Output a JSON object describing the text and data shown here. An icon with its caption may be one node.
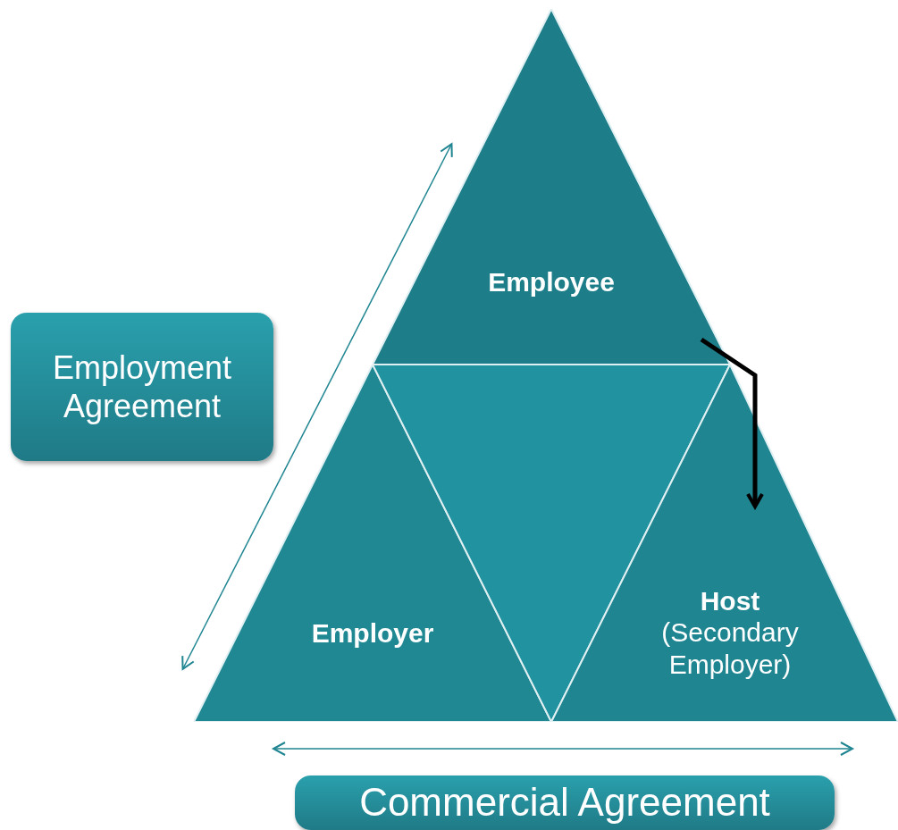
{
  "diagram": {
    "nodes": [
      {
        "text": [
          "Employee"
        ]
      },
      {
        "text": [
          "Employer"
        ]
      },
      {
        "text": [],
        "shape": "triangle"
      },
      {
        "text": [
          "Host",
          "(Secondary Employer)"
        ]
      },
      {
        "text": [
          "Employment Agreement"
        ]
      },
      {
        "text": [
          "Commercial Agreement"
        ]
      }
    ],
    "edges": [
      {
        "from": 0,
        "to": 3,
        "arrow": "to",
        "style": "thick",
        "color": "#000000"
      },
      {
        "from": 1,
        "to": 0,
        "arrow": "both"
      },
      {
        "from": 1,
        "to": 3,
        "arrow": "both"
      }
    ]
  }
}
